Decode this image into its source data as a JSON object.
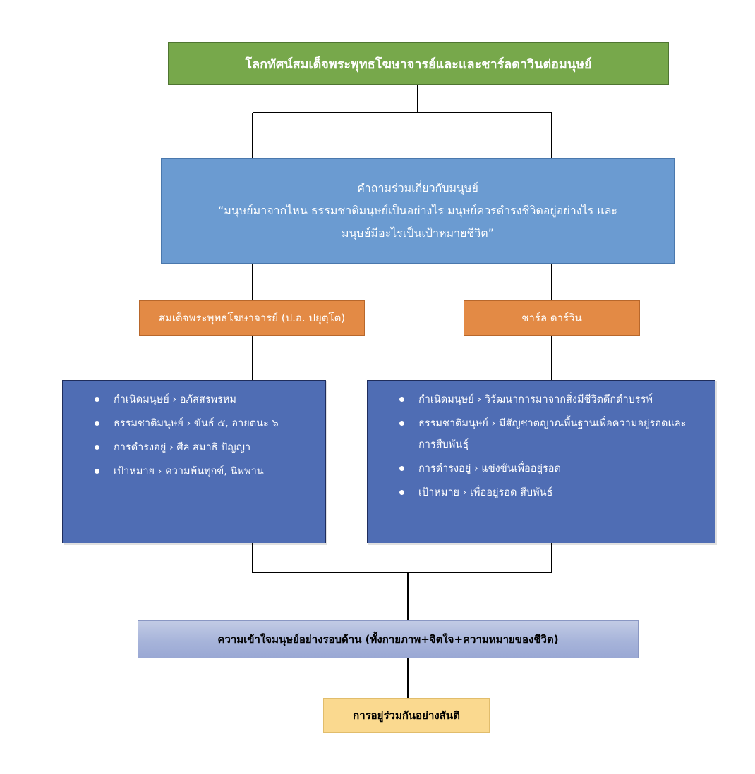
{
  "title": "โลกทัศน์สมเด็จพระพุทธโฆษาจารย์และและชาร์ลดาวินต่อมนุษย์",
  "common_question": {
    "heading": "คำถามร่วมเกี่ยวกับมนุษย์",
    "line1": "“มนุษย์มาจากไหน ธรรมชาติมนุษย์เป็นอย่างไร มนุษย์ควรดำรงชีวิตอยู่อย่างไร และ",
    "line2": "มนุษย์มีอะไรเป็นเป้าหมายชีวิต”"
  },
  "buddhaghosacariya": {
    "heading": "สมเด็จพระพุทธโฆษาจารย์ (ป.อ. ปยุตฺโต)",
    "items": [
      "กำเนิดมนุษย์ › อภัสสรพรหม",
      "ธรรมชาติมนุษย์ › ขันธ์ ๕, อายตนะ ๖",
      "การดำรงอยู่ › ศีล สมาธิ ปัญญา",
      "เป้าหมาย › ความพ้นทุกข์, นิพพาน"
    ]
  },
  "darwin": {
    "heading": "ชาร์ล ดาร์วิน",
    "items": [
      "กำเนิดมนุษย์ › วิวัฒนาการมาจากสิ่งมีชีวิตดึกดำบรรพ์",
      "ธรรมชาติมนุษย์ › มีสัญชาตญาณพื้นฐานเพื่อความอยู่รอดและการสืบพันธุ์",
      "การดำรงอยู่ › แข่งขันเพื่ออยู่รอด",
      "เป้าหมาย › เพื่ออยู่รอด สืบพันธ์"
    ]
  },
  "understanding": "ความเข้าใจมนุษย์อย่างรอบด้าน (ทั้งกายภาพ+จิตใจ+ความหมายของชีวิต)",
  "peace": "การอยู่ร่วมกันอย่างสันติ",
  "colors": {
    "title_fill": "#77a84b",
    "question_fill": "#6b9bd1",
    "heading_fill": "#e38a45",
    "list_fill": "#4f6db4",
    "understanding_fill": "#a7b4da",
    "peace_fill": "#fad98f"
  }
}
